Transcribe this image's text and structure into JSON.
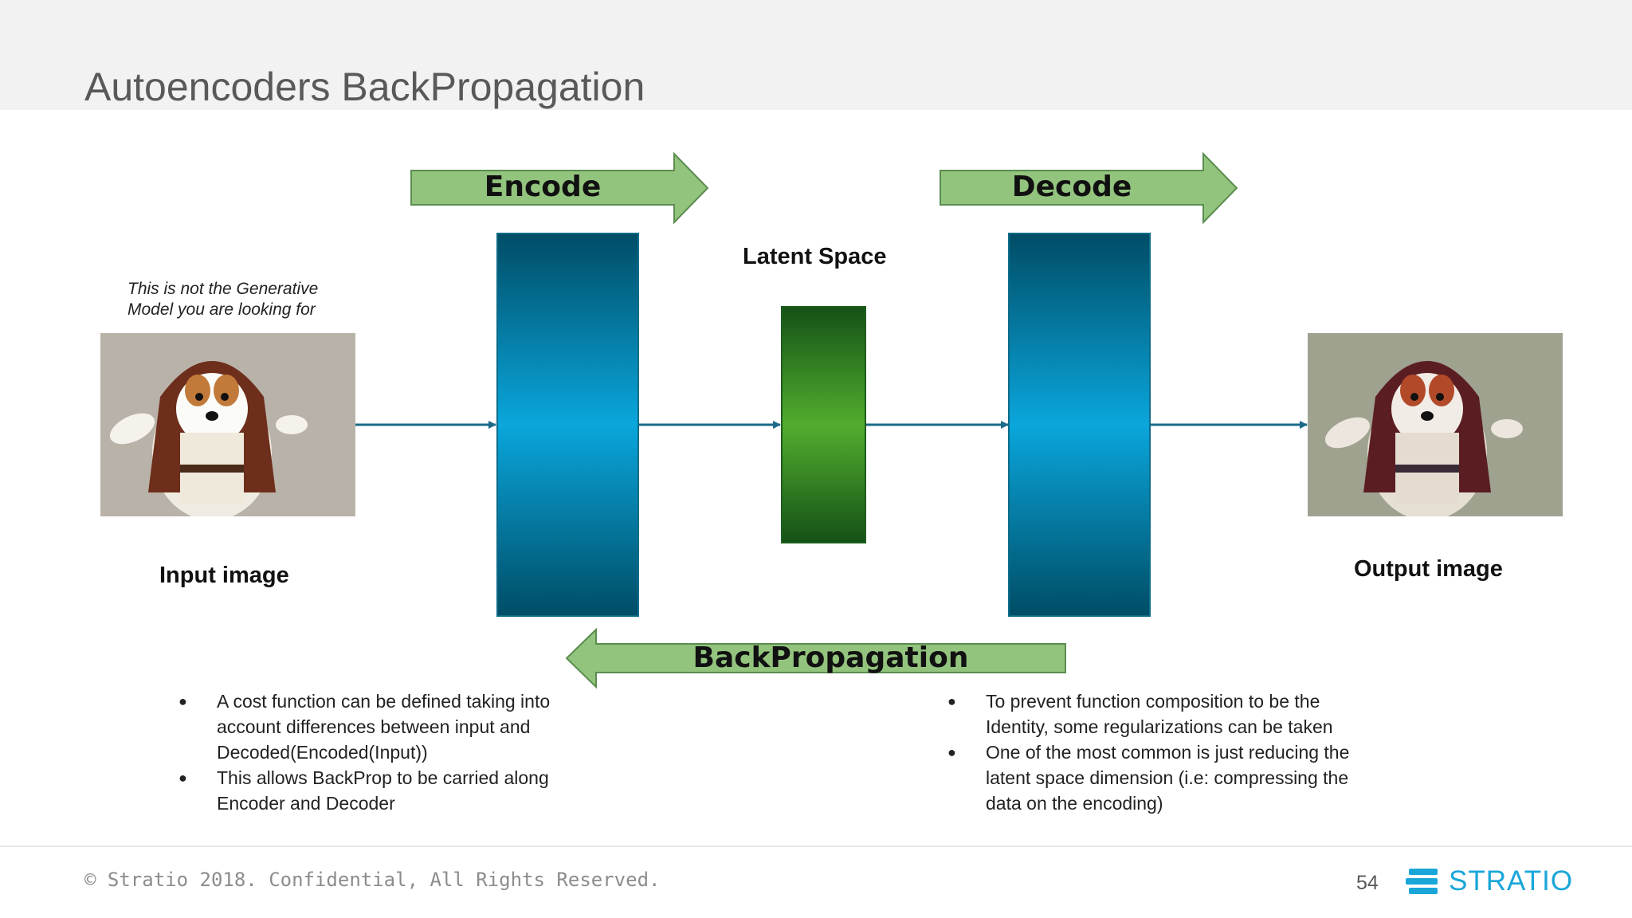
{
  "slide": {
    "title": "Autoencoders BackPropagation",
    "footer": "© Stratio 2018. Confidential, All Rights Reserved.",
    "page_number": "54",
    "logo_text": "STRATIO"
  },
  "diagram": {
    "encode_label": "Encode",
    "decode_label": "Decode",
    "backprop_label": "BackPropagation",
    "latent_label": "Latent Space",
    "input_label": "Input image",
    "output_label": "Output image",
    "caption_line1": "This is not the Generative",
    "caption_line2": "Model you are looking for"
  },
  "bullets_left": [
    {
      "lines": [
        "A cost function can be defined taking into",
        "account differences between input and",
        "Decoded(Encoded(Input))"
      ]
    },
    {
      "lines": [
        "This allows BackProp to be carried along",
        "Encoder and Decoder"
      ]
    }
  ],
  "bullets_right": [
    {
      "lines": [
        "To prevent function composition to be the",
        "Identity, some regularizations can be taken"
      ]
    },
    {
      "lines": [
        "One of the most common is just reducing the",
        "latent space dimension (i.e: compressing the",
        "data on the encoding)"
      ]
    }
  ],
  "colors": {
    "arrow_fill": "#93c47d",
    "arrow_stroke": "#5b8c50",
    "connector": "#1b6a8a",
    "block_blue": "#0aa6dc",
    "block_green": "#52ad2e",
    "logo": "#1aa6d9"
  }
}
